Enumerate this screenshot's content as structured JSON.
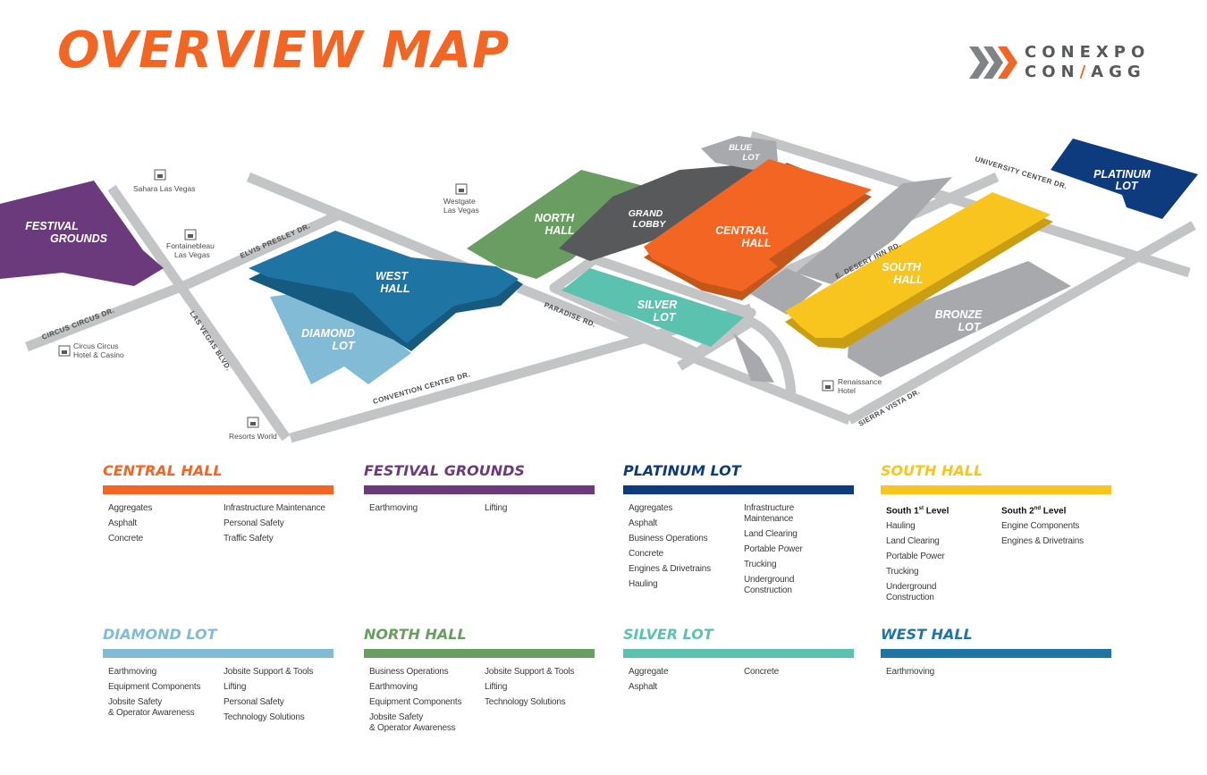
{
  "title": "OVERVIEW MAP",
  "logo": {
    "line1": "CONEXPO",
    "line2_left": "CON",
    "line2_slash": "/",
    "line2_right": "AGG"
  },
  "map": {
    "zones": {
      "festival_grounds": [
        "FESTIVAL",
        "GROUNDS"
      ],
      "west_hall": [
        "WEST",
        "HALL"
      ],
      "diamond_lot": [
        "DIAMOND",
        "LOT"
      ],
      "north_hall": [
        "NORTH",
        "HALL"
      ],
      "grand_lobby": [
        "GRAND",
        "LOBBY"
      ],
      "blue_lot": [
        "BLUE",
        "LOT"
      ],
      "central_hall": [
        "CENTRAL",
        "HALL"
      ],
      "silver_lot": [
        "SILVER",
        "LOT"
      ],
      "south_hall": [
        "SOUTH",
        "HALL"
      ],
      "bronze_lot": [
        "BRONZE",
        "LOT"
      ],
      "platinum_lot": [
        "PLATINUM",
        "LOT"
      ]
    },
    "roads": {
      "elvis_presley": "ELVIS PRESLEY DR.",
      "circus_circus": "CIRCUS CIRCUS DR.",
      "las_vegas_blvd": "LAS VEGAS BLVD.",
      "paradise": "PARADISE RD.",
      "convention_center": "CONVENTION CENTER DR.",
      "desert_inn": "E. DESERT INN RD.",
      "university_center": "UNIVERSITY CENTER DR.",
      "sierra_vista": "SIERRA VISTA DR."
    },
    "pois": {
      "sahara": [
        "Sahara Las Vegas"
      ],
      "fontainebleau": [
        "Fontainebleau",
        "Las Vegas"
      ],
      "westgate": [
        "Westgate",
        "Las Vegas"
      ],
      "circus_circus": [
        "Circus Circus",
        "Hotel & Casino"
      ],
      "resorts_world": [
        "Resorts World"
      ],
      "renaissance": [
        "Renaissance",
        "Hotel"
      ]
    },
    "icon": "hotel-icon"
  },
  "colors": {
    "orange": "#f26522",
    "purple": "#6b3a7d",
    "navy": "#0d3b7e",
    "yellow": "#f7c51e",
    "light_blue": "#82bbd6",
    "green": "#6a9d62",
    "teal": "#5bc2b0",
    "blue": "#1e74a3",
    "gray_lot": "#a7a9ac",
    "dark_gray": "#58595b",
    "road": "#c2c4c6"
  },
  "legend": [
    {
      "title": "CENTRAL HALL",
      "color": "#f26522",
      "columns": [
        {
          "items": [
            "Aggregates",
            "Asphalt",
            "Concrete"
          ]
        },
        {
          "items": [
            "Infrastructure Maintenance",
            "Personal Safety",
            "Traffic Safety"
          ]
        }
      ]
    },
    {
      "title": "FESTIVAL GROUNDS",
      "color": "#6b3a7d",
      "columns": [
        {
          "items": [
            "Earthmoving"
          ]
        },
        {
          "items": [
            "Lifting"
          ]
        }
      ]
    },
    {
      "title": "PLATINUM LOT",
      "color": "#0d3b7e",
      "columns": [
        {
          "items": [
            "Aggregates",
            "Asphalt",
            "Business Operations",
            "Concrete",
            "Engines & Drivetrains",
            "Hauling"
          ]
        },
        {
          "items": [
            "Infrastructure\nMaintenance",
            "Land Clearing",
            "Portable Power",
            "Trucking",
            "Underground\nConstruction"
          ]
        }
      ]
    },
    {
      "title": "SOUTH HALL",
      "color": "#f7c51e",
      "columns": [
        {
          "heading": "South 1",
          "heading_sup": "st",
          "heading_tail": " Level",
          "items": [
            "Hauling",
            "Land Clearing",
            "Portable Power",
            "Trucking",
            "Underground\nConstruction"
          ]
        },
        {
          "heading": "South 2",
          "heading_sup": "nd",
          "heading_tail": " Level",
          "items": [
            "Engine Components",
            "Engines & Drivetrains"
          ]
        }
      ]
    },
    {
      "title": "DIAMOND LOT",
      "color": "#82bbd6",
      "columns": [
        {
          "items": [
            "Earthmoving",
            "Equipment Components",
            "Jobsite Safety\n& Operator Awareness"
          ]
        },
        {
          "items": [
            "Jobsite Support & Tools",
            "Lifting",
            "Personal Safety",
            "Technology Solutions"
          ]
        }
      ]
    },
    {
      "title": "NORTH HALL",
      "color": "#6a9d62",
      "columns": [
        {
          "items": [
            "Business Operations",
            "Earthmoving",
            "Equipment Components",
            "Jobsite Safety\n& Operator Awareness"
          ]
        },
        {
          "items": [
            "Jobsite Support & Tools",
            "Lifting",
            "Technology Solutions"
          ]
        }
      ]
    },
    {
      "title": "SILVER LOT",
      "color": "#5bc2b0",
      "columns": [
        {
          "items": [
            "Aggregate",
            "Asphalt"
          ]
        },
        {
          "items": [
            "Concrete"
          ]
        }
      ]
    },
    {
      "title": "WEST HALL",
      "color": "#1e74a3",
      "columns": [
        {
          "items": [
            "Earthmoving"
          ]
        },
        {
          "items": []
        }
      ]
    }
  ]
}
